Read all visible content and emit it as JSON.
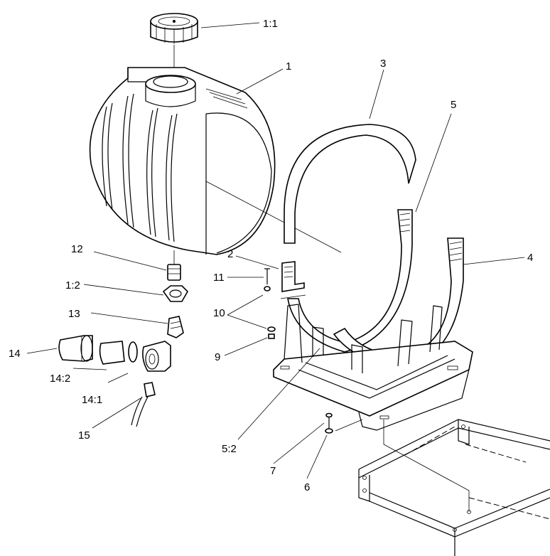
{
  "diagram": {
    "callouts": {
      "c_1_1": "1:1",
      "c_1": "1",
      "c_3": "3",
      "c_5": "5",
      "c_4": "4",
      "c_2": "2",
      "c_12": "12",
      "c_11": "11",
      "c_1_2": "1:2",
      "c_10": "10",
      "c_13": "13",
      "c_9": "9",
      "c_14": "14",
      "c_14_2": "14:2",
      "c_14_1": "14:1",
      "c_15": "15",
      "c_5_2": "5:2",
      "c_7": "7",
      "c_6": "6"
    }
  }
}
